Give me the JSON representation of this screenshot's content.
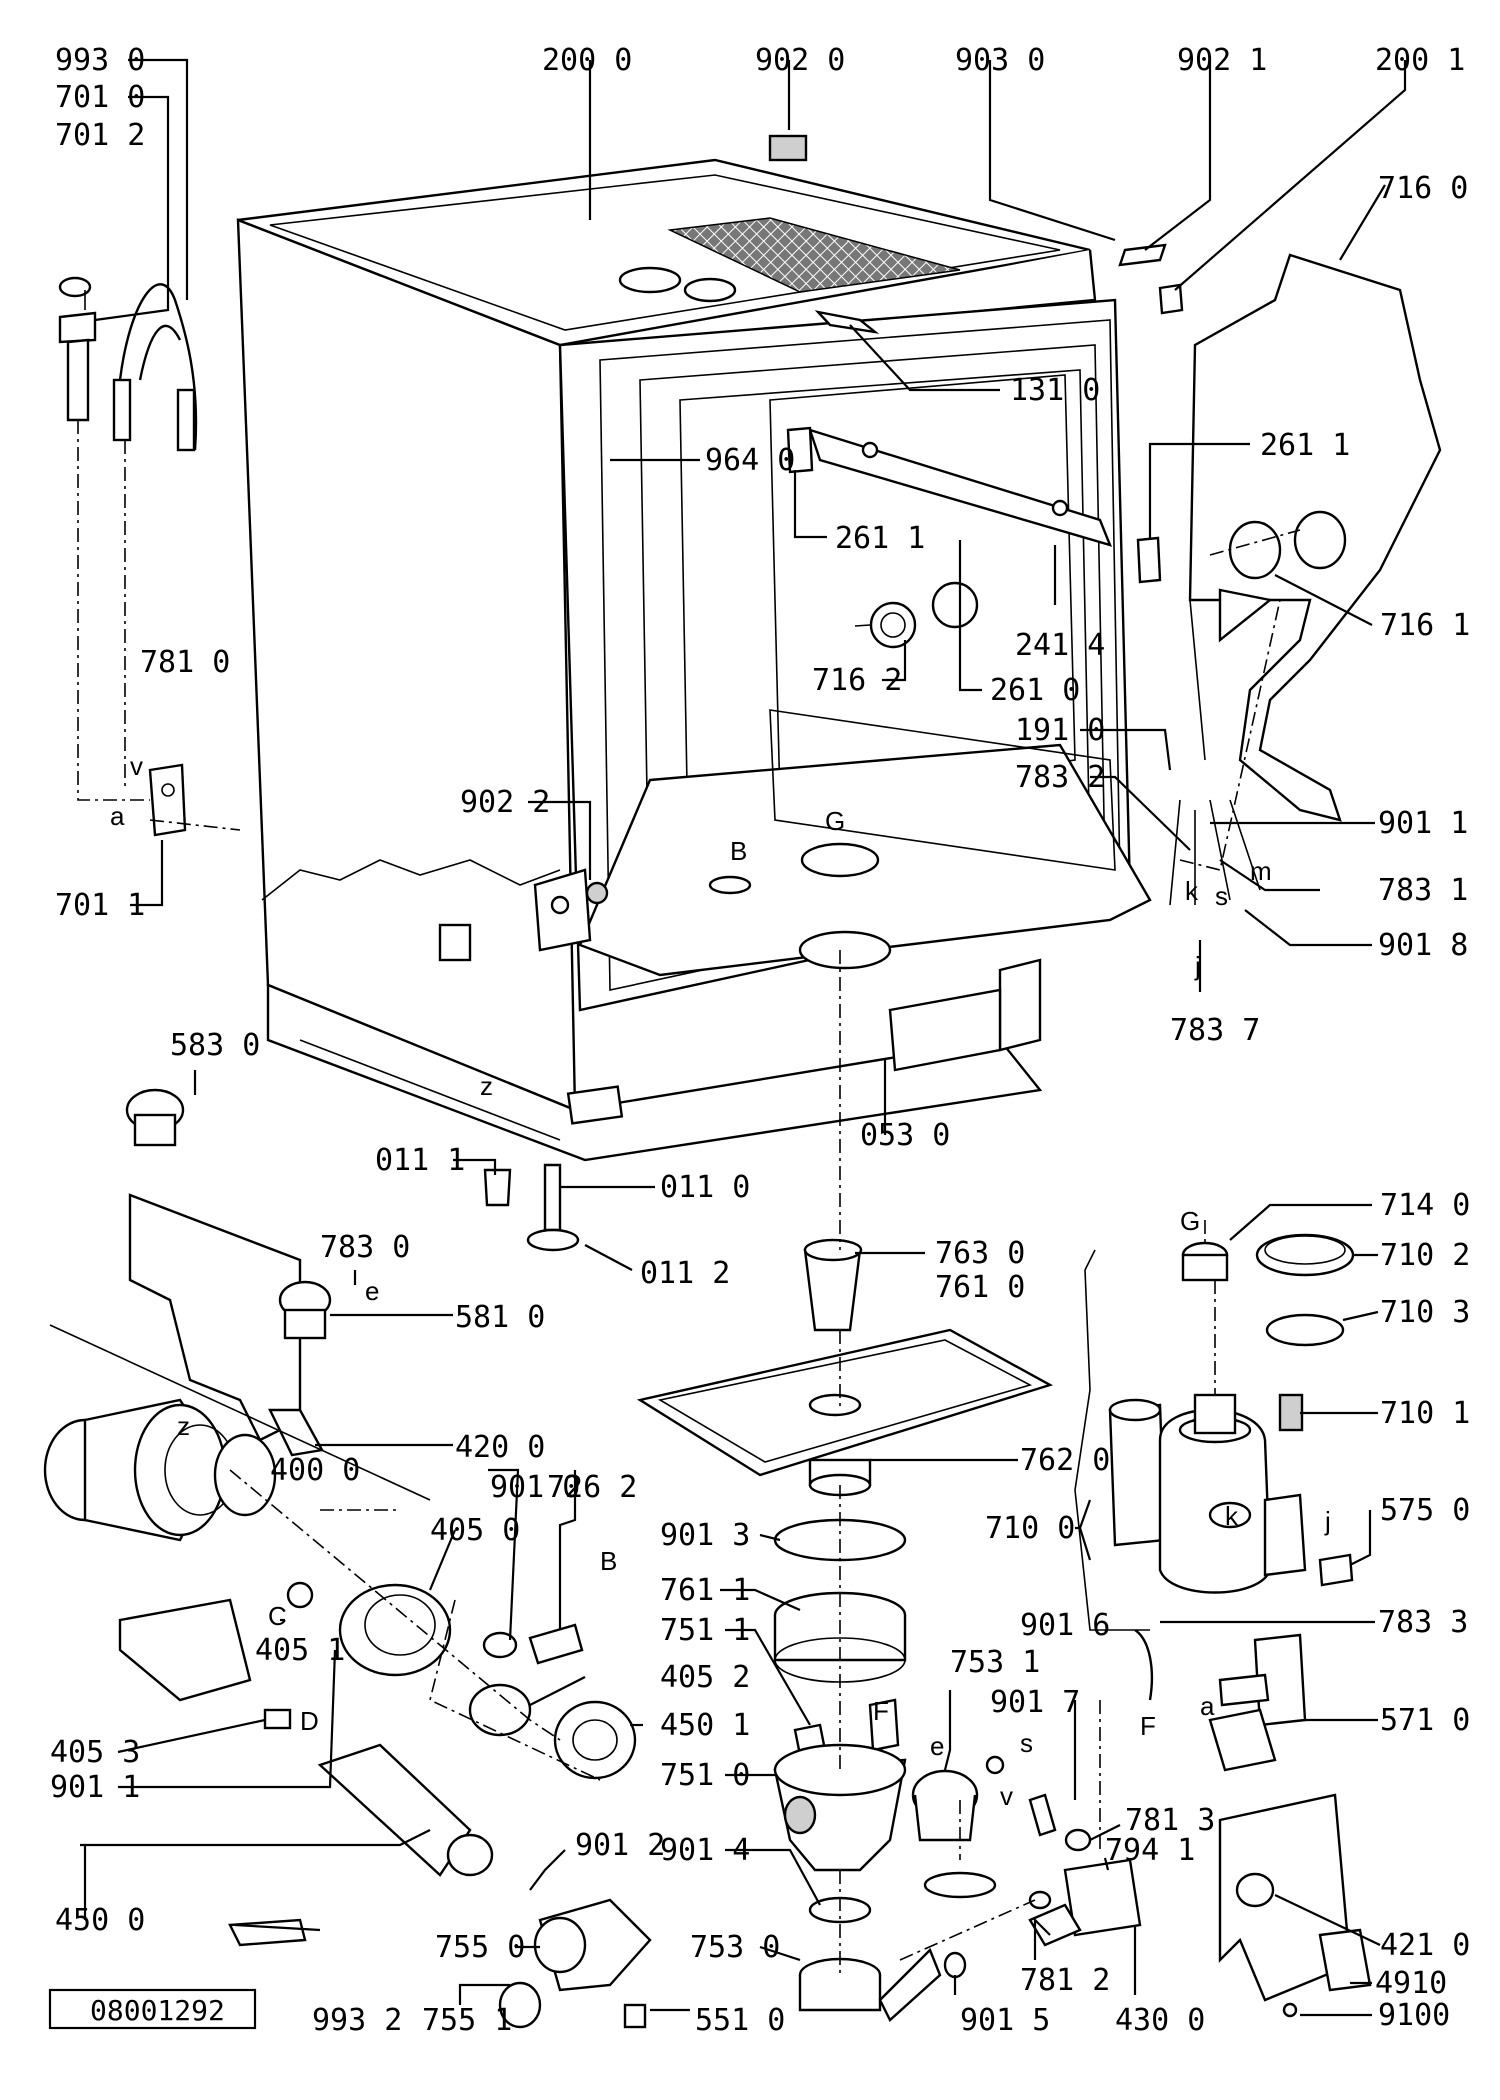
{
  "document_code": "08001292",
  "labels": [
    {
      "id": "993_0",
      "text": "993 0"
    },
    {
      "id": "701_0",
      "text": "701 0"
    },
    {
      "id": "701_2",
      "text": "701 2"
    },
    {
      "id": "200_0",
      "text": "200 0"
    },
    {
      "id": "902_0",
      "text": "902 0"
    },
    {
      "id": "903_0",
      "text": "903 0"
    },
    {
      "id": "902_1",
      "text": "902 1"
    },
    {
      "id": "200_1",
      "text": "200 1"
    },
    {
      "id": "716_0",
      "text": "716 0"
    },
    {
      "id": "131_0",
      "text": "131 0"
    },
    {
      "id": "964_0",
      "text": "964 0"
    },
    {
      "id": "261_1a",
      "text": "261 1"
    },
    {
      "id": "261_1b",
      "text": "261 1"
    },
    {
      "id": "241_4",
      "text": "241 4"
    },
    {
      "id": "716_1",
      "text": "716 1"
    },
    {
      "id": "716_2",
      "text": "716 2"
    },
    {
      "id": "261_0",
      "text": "261 0"
    },
    {
      "id": "191_0",
      "text": "191 0"
    },
    {
      "id": "781_0",
      "text": "781 0"
    },
    {
      "id": "783_2",
      "text": "783 2"
    },
    {
      "id": "901_1a",
      "text": "901 1"
    },
    {
      "id": "783_1",
      "text": "783 1"
    },
    {
      "id": "901_8",
      "text": "901 8"
    },
    {
      "id": "783_7",
      "text": "783 7"
    },
    {
      "id": "902_2",
      "text": "902 2"
    },
    {
      "id": "701_1",
      "text": "701 1"
    },
    {
      "id": "583_0",
      "text": "583 0"
    },
    {
      "id": "053_0",
      "text": "053 0"
    },
    {
      "id": "011_1",
      "text": "011 1"
    },
    {
      "id": "011_0",
      "text": "011 0"
    },
    {
      "id": "011_2",
      "text": "011 2"
    },
    {
      "id": "783_0",
      "text": "783 0"
    },
    {
      "id": "581_0",
      "text": "581 0"
    },
    {
      "id": "763_0",
      "text": "763 0"
    },
    {
      "id": "761_0",
      "text": "761 0"
    },
    {
      "id": "714_0",
      "text": "714 0"
    },
    {
      "id": "710_2",
      "text": "710 2"
    },
    {
      "id": "710_3",
      "text": "710 3"
    },
    {
      "id": "710_1",
      "text": "710 1"
    },
    {
      "id": "420_0",
      "text": "420 0"
    },
    {
      "id": "400_0",
      "text": "400 0"
    },
    {
      "id": "901_0",
      "text": "901 0"
    },
    {
      "id": "726_2",
      "text": "726 2"
    },
    {
      "id": "405_0",
      "text": "405 0"
    },
    {
      "id": "762_0",
      "text": "762 0"
    },
    {
      "id": "710_0",
      "text": "710 0"
    },
    {
      "id": "575_0",
      "text": "575 0"
    },
    {
      "id": "901_3",
      "text": "901 3"
    },
    {
      "id": "405_1",
      "text": "405 1"
    },
    {
      "id": "761_1",
      "text": "761 1"
    },
    {
      "id": "783_3",
      "text": "783 3"
    },
    {
      "id": "751_1",
      "text": "751 1"
    },
    {
      "id": "405_2",
      "text": "405 2"
    },
    {
      "id": "901_6",
      "text": "901 6"
    },
    {
      "id": "753_1",
      "text": "753 1"
    },
    {
      "id": "450_1",
      "text": "450 1"
    },
    {
      "id": "901_7",
      "text": "901 7"
    },
    {
      "id": "571_0",
      "text": "571 0"
    },
    {
      "id": "405_3",
      "text": "405 3"
    },
    {
      "id": "901_1b",
      "text": "901 1"
    },
    {
      "id": "751_0",
      "text": "751 0"
    },
    {
      "id": "781_3",
      "text": "781 3"
    },
    {
      "id": "794_1",
      "text": "794 1"
    },
    {
      "id": "901_2",
      "text": "901 2"
    },
    {
      "id": "901_4",
      "text": "901 4"
    },
    {
      "id": "421_0",
      "text": "421 0"
    },
    {
      "id": "450_0",
      "text": "450 0"
    },
    {
      "id": "755_0",
      "text": "755 0"
    },
    {
      "id": "753_0",
      "text": "753 0"
    },
    {
      "id": "781_2",
      "text": "781 2"
    },
    {
      "id": "491_0",
      "text": "4910"
    },
    {
      "id": "993_2",
      "text": "993 2"
    },
    {
      "id": "755_1",
      "text": "755 1"
    },
    {
      "id": "551_0",
      "text": "551 0"
    },
    {
      "id": "901_5",
      "text": "901 5"
    },
    {
      "id": "430_0",
      "text": "430 0"
    },
    {
      "id": "910_0",
      "text": "9100"
    }
  ],
  "letters": [
    {
      "id": "v1",
      "text": "v"
    },
    {
      "id": "a1",
      "text": "a"
    },
    {
      "id": "G1",
      "text": "G"
    },
    {
      "id": "B1",
      "text": "B"
    },
    {
      "id": "k1",
      "text": "k"
    },
    {
      "id": "s1",
      "text": "s"
    },
    {
      "id": "m1",
      "text": "m"
    },
    {
      "id": "j1",
      "text": "j"
    },
    {
      "id": "e1",
      "text": "e"
    },
    {
      "id": "z1",
      "text": "z"
    },
    {
      "id": "z2",
      "text": "z"
    },
    {
      "id": "G2",
      "text": "G"
    },
    {
      "id": "B2",
      "text": "B"
    },
    {
      "id": "C1",
      "text": "C"
    },
    {
      "id": "k2",
      "text": "k"
    },
    {
      "id": "j2",
      "text": "j"
    },
    {
      "id": "F1",
      "text": "F"
    },
    {
      "id": "F2",
      "text": "F"
    },
    {
      "id": "D1",
      "text": "D"
    },
    {
      "id": "e2",
      "text": "e"
    },
    {
      "id": "s2",
      "text": "s"
    },
    {
      "id": "v2",
      "text": "v"
    },
    {
      "id": "a2",
      "text": "a"
    }
  ]
}
